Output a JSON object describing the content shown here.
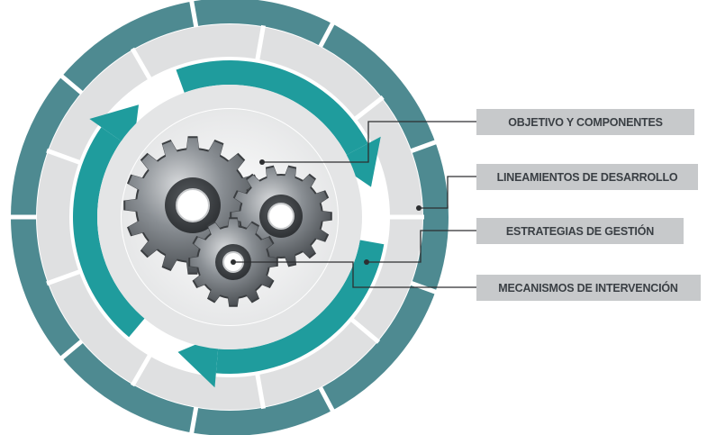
{
  "diagram": {
    "labels": [
      {
        "id": "objetivo",
        "text": "OBJETIVO Y COMPONENTES"
      },
      {
        "id": "lineamientos",
        "text": "LINEAMIENTOS DE DESARROLLO"
      },
      {
        "id": "estrategias",
        "text": "ESTRATEGIAS DE GESTIÓN"
      },
      {
        "id": "mecanismos",
        "text": "MECANISMOS DE INTERVENCIÓN"
      }
    ]
  },
  "colors": {
    "outer_ring": "#4e8a91",
    "light_ring": "#dfe0e1",
    "teal_arrow": "#1f9c9d",
    "inner_ring": "#ececec",
    "gear": "#7f8489",
    "label_box": "#c7c9cb",
    "leader_line": "#2d2f31"
  }
}
